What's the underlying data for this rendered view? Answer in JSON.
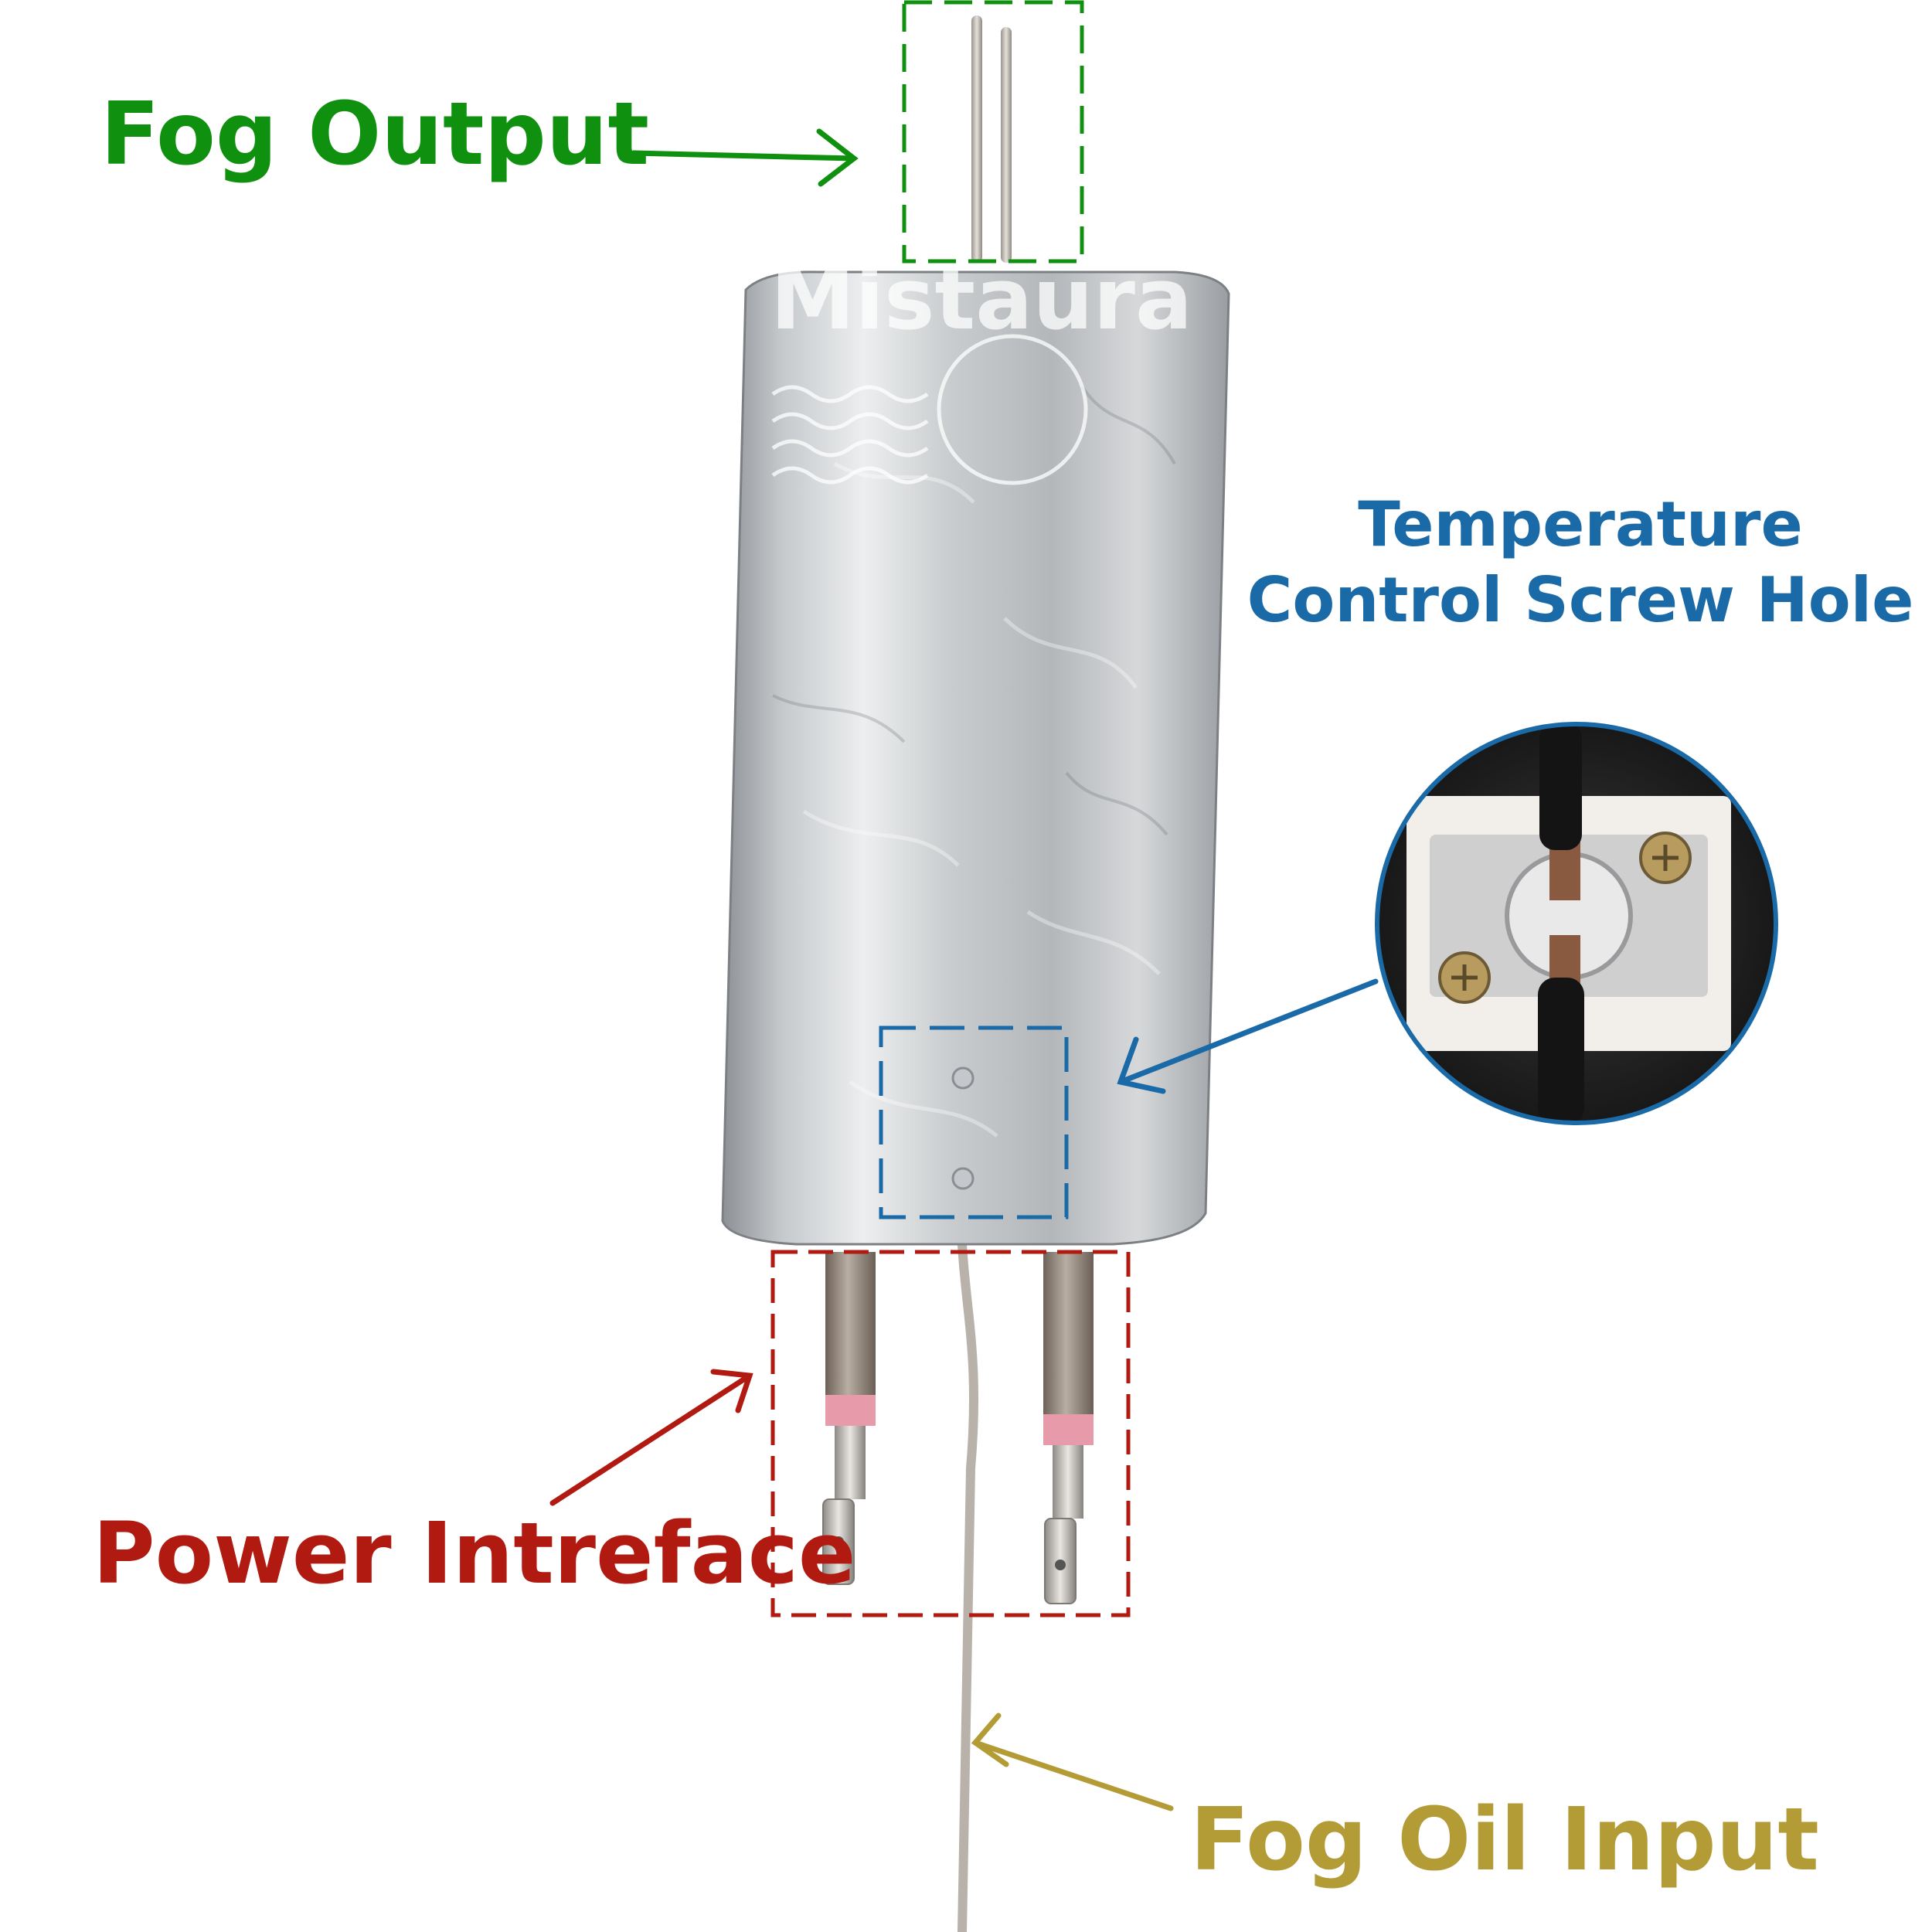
{
  "labels": {
    "fog_output": "Fog Output",
    "temperature_line1": "Temperature",
    "temperature_line2": "Control Screw Hole",
    "power_interface": "Power Intreface",
    "fog_oil_input": "Fog Oil Input"
  },
  "watermark": {
    "brand": "Mistaura"
  },
  "colors": {
    "fog_output": "#10900f",
    "temperature": "#1a6aa8",
    "power_interface": "#b01a10",
    "fog_oil_input": "#b39b35",
    "metal_light": "#d8dadc",
    "metal_dark": "#8a8e92"
  }
}
